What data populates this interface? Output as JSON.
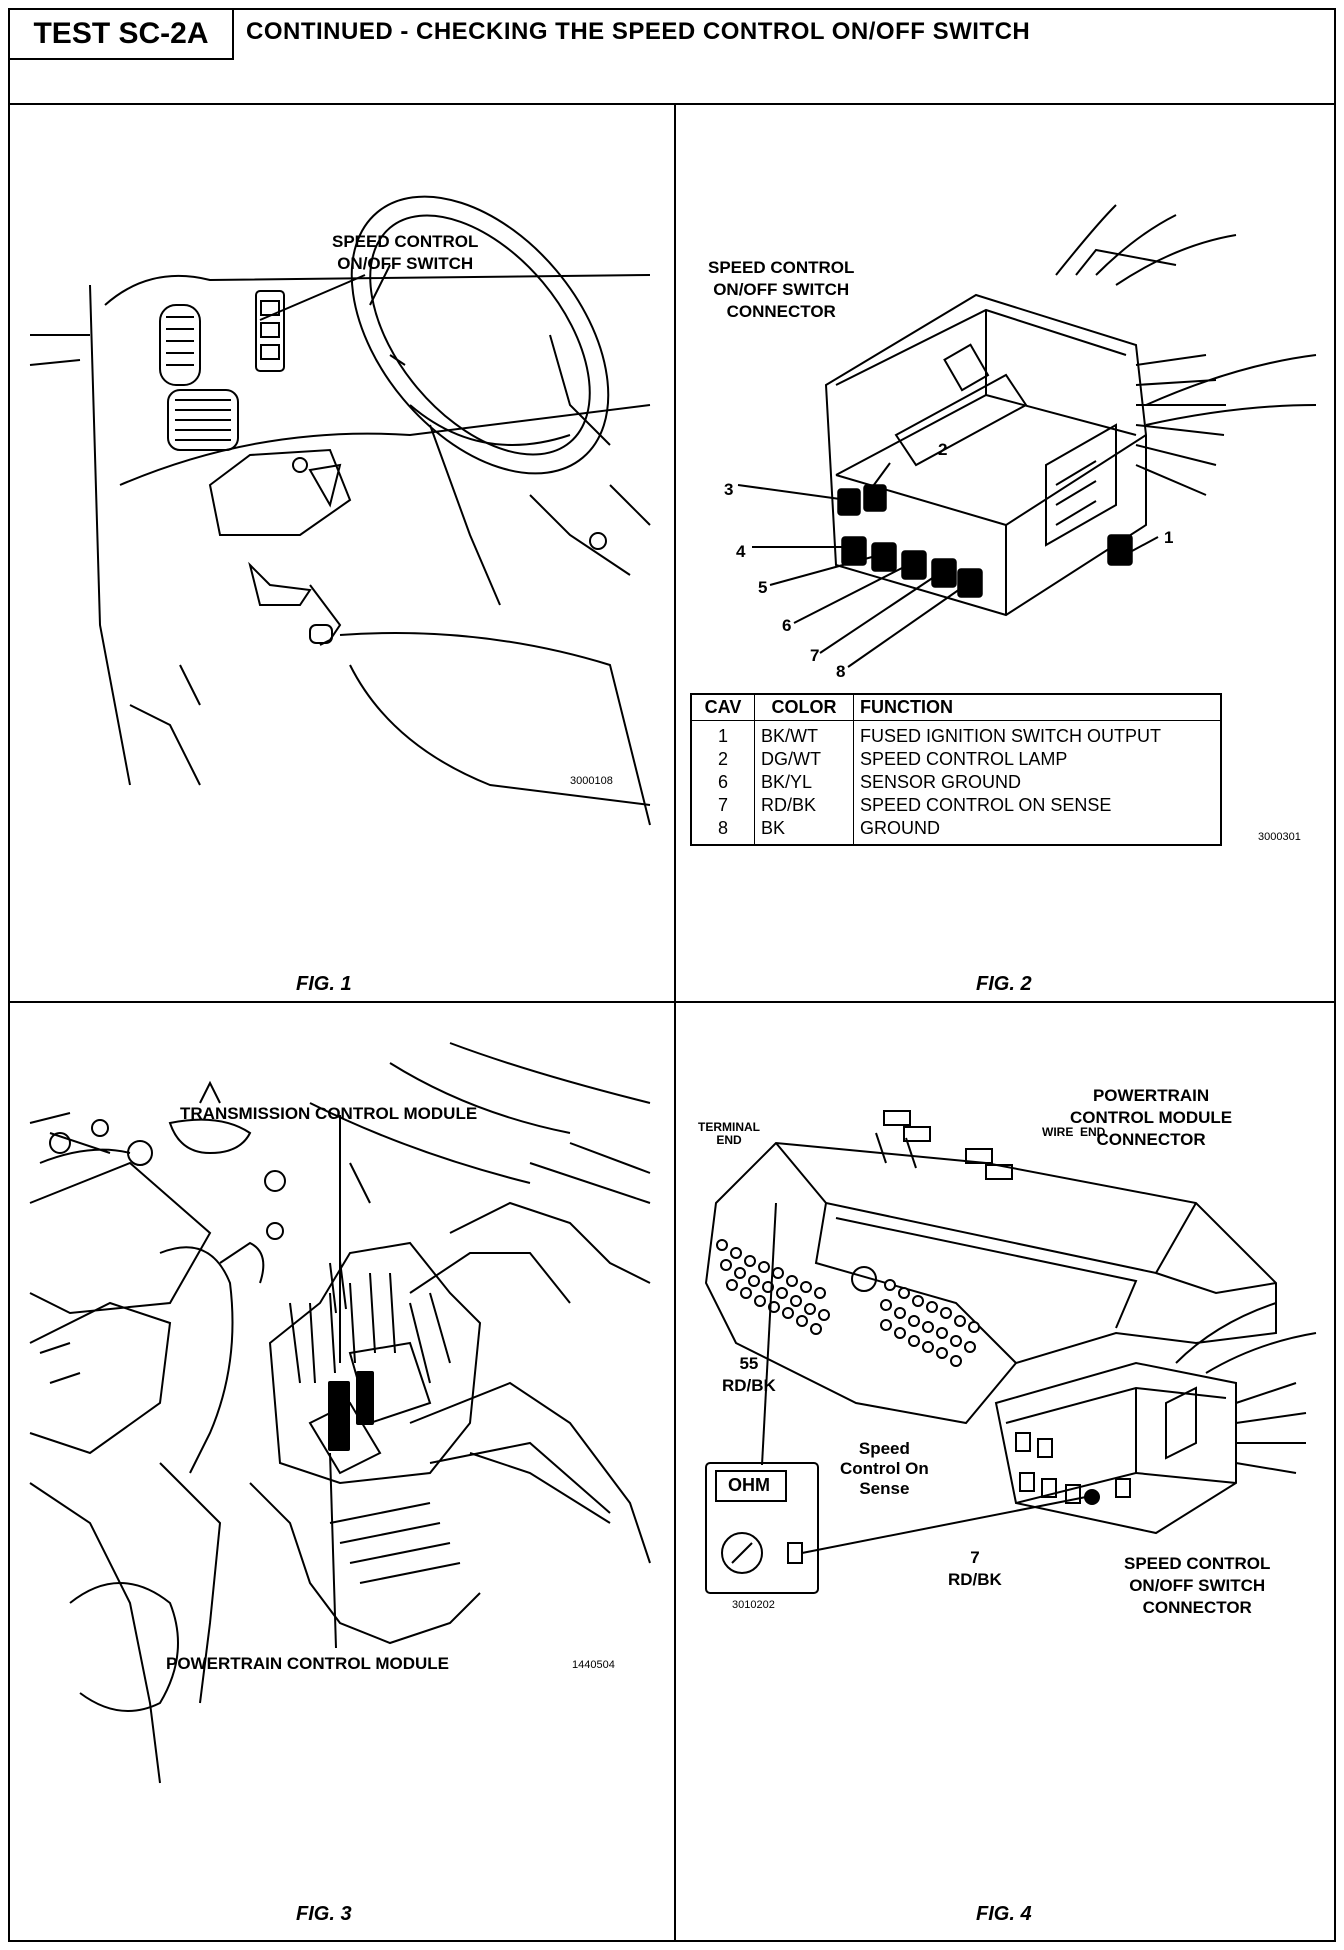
{
  "header": {
    "test_id": "TEST SC-2A",
    "title": "CONTINUED -  CHECKING THE SPEED CONTROL ON/OFF SWITCH"
  },
  "fig1": {
    "label": "FIG. 1",
    "callout_line1": "SPEED CONTROL",
    "callout_line2": "ON/OFF SWITCH",
    "code": "3000108"
  },
  "fig2": {
    "label": "FIG. 2",
    "callout_line1": "SPEED CONTROL",
    "callout_line2": "ON/OFF SWITCH",
    "callout_line3": "CONNECTOR",
    "code": "3000301",
    "pins": [
      "1",
      "2",
      "3",
      "4",
      "5",
      "6",
      "7",
      "8"
    ],
    "table": {
      "headers": [
        "CAV",
        "COLOR",
        "FUNCTION"
      ],
      "rows": [
        {
          "cav": "1",
          "color": "BK/WT",
          "function": "FUSED IGNITION SWITCH OUTPUT"
        },
        {
          "cav": "2",
          "color": "DG/WT",
          "function": "SPEED CONTROL LAMP"
        },
        {
          "cav": "6",
          "color": "BK/YL",
          "function": "SENSOR GROUND"
        },
        {
          "cav": "7",
          "color": "RD/BK",
          "function": "SPEED CONTROL ON SENSE"
        },
        {
          "cav": "8",
          "color": "BK",
          "function": "GROUND"
        }
      ]
    }
  },
  "fig3": {
    "label": "FIG. 3",
    "tcm": "TRANSMISSION CONTROL MODULE",
    "pcm": "POWERTRAIN CONTROL MODULE",
    "code": "1440504"
  },
  "fig4": {
    "label": "FIG. 4",
    "pcm_line1": "POWERTRAIN",
    "pcm_line2": "CONTROL MODULE",
    "pcm_line3": "CONNECTOR",
    "terminal_end_1": "TERMINAL",
    "terminal_end_2": "END",
    "wire_end_1": "WIRE",
    "wire_end_2": "END",
    "pin55_num": "55",
    "pin55_color": "RD/BK",
    "sense_line1": "Speed",
    "sense_line2": "Control On",
    "sense_line3": "Sense",
    "meter_display": "OHM",
    "pin7_num": "7",
    "pin7_color": "RD/BK",
    "sw_line1": "SPEED CONTROL",
    "sw_line2": "ON/OFF SWITCH",
    "sw_line3": "CONNECTOR",
    "code": "3010202"
  }
}
